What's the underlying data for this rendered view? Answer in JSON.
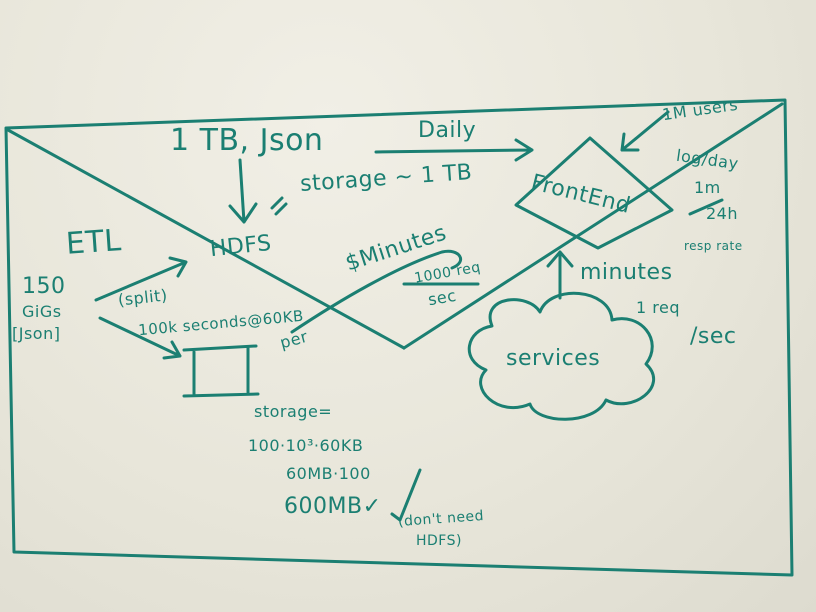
{
  "ink_color": "#1b7f72",
  "board_color": "#ebe9df",
  "labels": {
    "etl": "ETL",
    "input_size": "150",
    "input_unit": "GiGs",
    "input_format": "[Json]",
    "split": "(split)",
    "records": "100k seconds@60KB",
    "per": "per",
    "hdfs": "HDFS",
    "one_tb_json": "1 TB, Json",
    "daily": "Daily",
    "storage_tb": "storage ~ 1 TB",
    "minutes_top": "$Minutes",
    "rate_num": "1000 req",
    "rate_den": "sec",
    "frontend": "FrontEnd",
    "users": "1M users",
    "logins": "log/day",
    "freq_num": "1m",
    "freq_den": "24h",
    "resp_rate": "resp rate",
    "minutes": "minutes",
    "req_sec_num": "1 req",
    "req_sec_den": "/sec",
    "services": "services",
    "storage_eq": "storage=",
    "calc1": "100·10³·60KB",
    "calc2": "60MB·100",
    "calc3": "600MB✓",
    "note_line1": "(don't need",
    "note_line2": "HDFS)"
  }
}
